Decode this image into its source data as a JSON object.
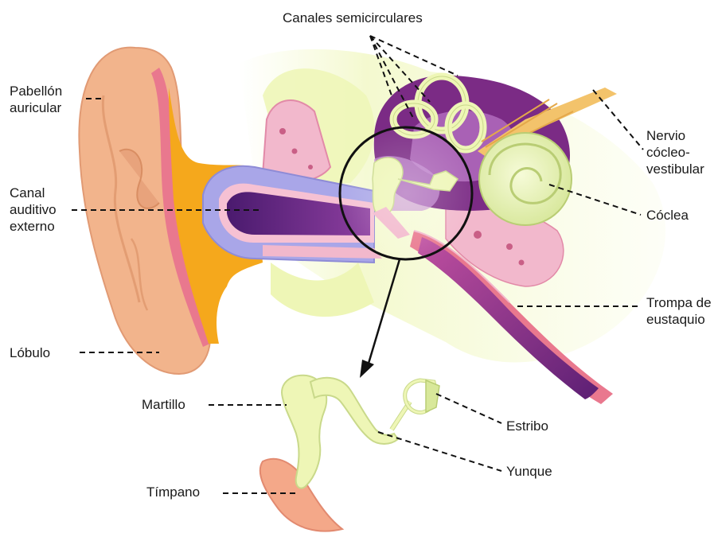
{
  "labels": {
    "canales": "Canales semicirculares",
    "pabellon": "Pabellón\nauricular",
    "canal": "Canal\nauditivo\nexterno",
    "lobulo": "Lóbulo",
    "nervio": "Nervio\ncócleo-\nvestibular",
    "coclea": "Cóclea",
    "trompa": "Trompa de\neustaquio",
    "martillo": "Martillo",
    "estribo": "Estribo",
    "yunque": "Yunque",
    "timpano": "Tímpano"
  },
  "colors": {
    "skin": "#f2b48c",
    "skin_dark": "#d98e63",
    "cartilage_pink": "#e9788e",
    "orange": "#f5a81c",
    "bone_yellow": "#eef6b6",
    "bone_line": "#c9d98a",
    "purple": "#7b2b85",
    "purple_light": "#b56fc0",
    "pink_tissue": "#f2b8cc",
    "lavender": "#a9a6e8",
    "nerve": "#f3c36b"
  }
}
